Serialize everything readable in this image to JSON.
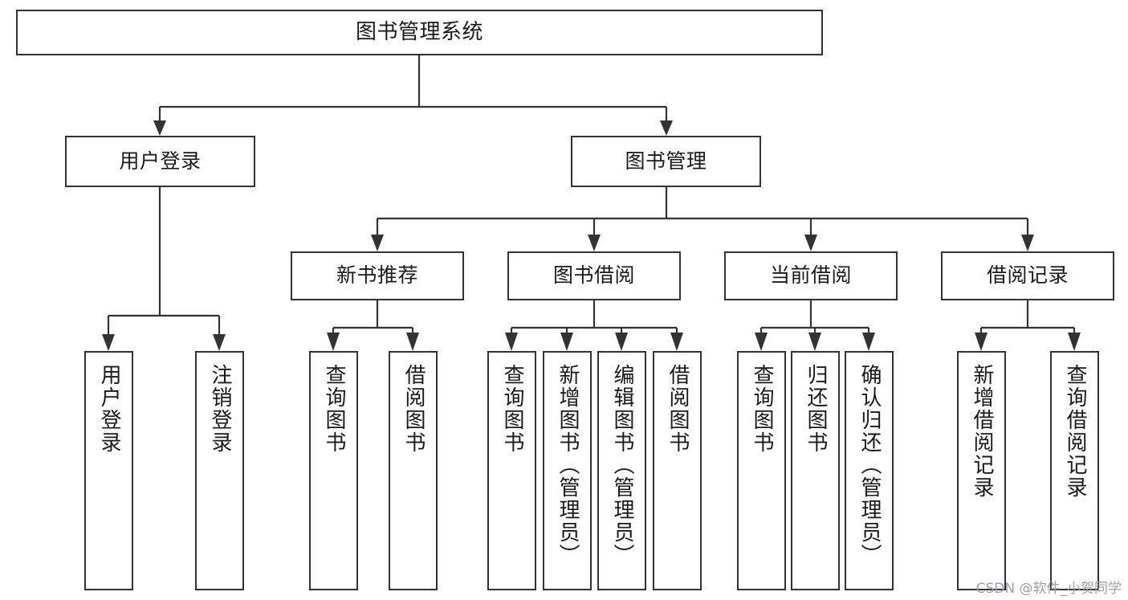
{
  "diagram": {
    "title": "图书管理系统",
    "root": {
      "label": "图书管理系统"
    },
    "level2": [
      {
        "label": "用户登录"
      },
      {
        "label": "图书管理"
      }
    ],
    "level3": [
      {
        "label": "新书推荐"
      },
      {
        "label": "图书借阅"
      },
      {
        "label": "当前借阅"
      },
      {
        "label": "借阅记录"
      }
    ],
    "leaves": {
      "user_login": [
        {
          "label": "用户登录"
        },
        {
          "label": "注销登录"
        }
      ],
      "new_book_recommend": [
        {
          "label": "查询图书"
        },
        {
          "label": "借阅图书"
        }
      ],
      "book_borrow": [
        {
          "label": "查询图书"
        },
        {
          "label": "新增图书（管理员）"
        },
        {
          "label": "编辑图书（管理员）"
        },
        {
          "label": "借阅图书"
        }
      ],
      "current_borrow": [
        {
          "label": "查询图书"
        },
        {
          "label": "归还图书"
        },
        {
          "label": "确认归还（管理员）"
        }
      ],
      "borrow_record": [
        {
          "label": "新增借阅记录"
        },
        {
          "label": "查询借阅记录"
        }
      ]
    }
  },
  "watermark": {
    "text": "CSDN @软件_小贺同学"
  },
  "colors": {
    "stroke": "#333333",
    "background": "#ffffff",
    "text": "#1a1a1a",
    "watermark": "#9aa0a6"
  }
}
